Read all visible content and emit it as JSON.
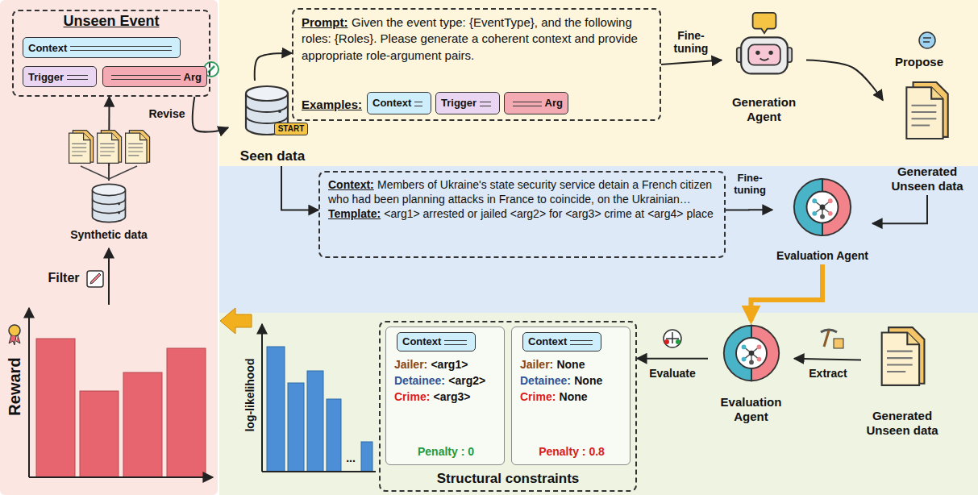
{
  "diagram": {
    "nodes": [
      {
        "text": [
          "Unseen Event"
        ]
      },
      {
        "text": [
          "Context"
        ],
        "in": 0
      },
      {
        "text": [
          "Trigger"
        ],
        "in": 0
      },
      {
        "text": [
          "Arg"
        ],
        "in": 0
      },
      {
        "text": [
          "Prompt:",
          "Given the event type: {EventType}, and the following roles: {Roles}. Please generate a coherent context and provide appropriate role-argument pairs.",
          "Examples:"
        ]
      },
      {
        "text": [
          "Context"
        ],
        "in": 4
      },
      {
        "text": [
          "Trigger"
        ],
        "in": 4
      },
      {
        "text": [
          "Arg"
        ],
        "in": 4
      },
      {
        "text": [
          "Generation Agent"
        ]
      },
      {
        "text": [
          "Generated Unseen data"
        ]
      },
      {
        "text": [
          "Seen data"
        ]
      },
      {
        "text": [
          "Context:",
          "Members of Ukraine's state security service detain a French citizen who had been planning attacks in France to coincide, on the Ukrainian…",
          "Template:",
          "<arg1> arrested or jailed <arg2> for <arg3> crime at <arg4> place"
        ]
      },
      {
        "text": [
          "Evaluation Agent"
        ]
      },
      {
        "text": [
          "Structural constraints"
        ]
      },
      {
        "text": [
          "Jailer:",
          "<arg1>",
          "Detainee:",
          "<arg2>",
          "Crime:",
          "<arg3>",
          "Penalty : 0"
        ],
        "in": 13
      },
      {
        "text": [
          "Context"
        ],
        "in": 14
      },
      {
        "text": [
          "Jailer:",
          "None",
          "Detainee:",
          "None",
          "Crime:",
          "None",
          "Penalty : 0.8"
        ],
        "in": 13
      },
      {
        "text": [
          "Context"
        ],
        "in": 16
      },
      {
        "text": [
          "Evaluation Agent"
        ]
      },
      {
        "text": [
          "Generated Unseen data"
        ]
      },
      {
        "text": [
          "Synthetic data"
        ]
      }
    ],
    "edges": [
      {
        "from": 10,
        "to": 4,
        "arrow": "to"
      },
      {
        "from": 10,
        "to": 11,
        "arrow": "to"
      },
      {
        "from": 4,
        "to": 8,
        "label": "Fine-tuning",
        "arrow": "to"
      },
      {
        "from": 8,
        "to": 9,
        "label": "Propose",
        "arrow": "to"
      },
      {
        "from": 9,
        "to": 12,
        "arrow": "to"
      },
      {
        "from": 11,
        "to": 12,
        "label": "Fine-tuning",
        "arrow": "to"
      },
      {
        "from": 12,
        "to": 18,
        "arrow": "to"
      },
      {
        "from": 19,
        "to": 18,
        "label": "Extract",
        "arrow": "to"
      },
      {
        "from": 18,
        "to": 13,
        "label": "Evaluate",
        "arrow": "to"
      },
      {
        "from": 20,
        "to": 0,
        "arrow": "to"
      },
      {
        "from": 0,
        "to": 10,
        "label": "Revise",
        "arrow": "to"
      }
    ],
    "labels": [
      "START",
      "Filter",
      "Reward",
      "log-likelihood",
      "..."
    ]
  }
}
